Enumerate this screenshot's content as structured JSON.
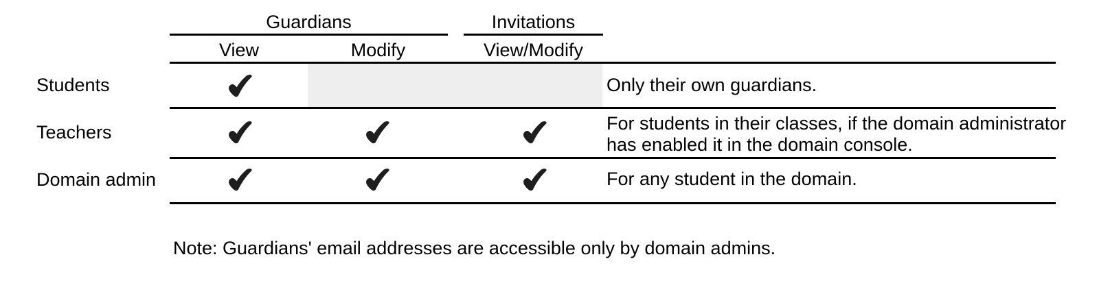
{
  "table": {
    "column_groups": [
      {
        "label": "Guardians"
      },
      {
        "label": "Invitations"
      }
    ],
    "sub_headers": {
      "guardians_view": "View",
      "guardians_modify": "Modify",
      "invitations_view_modify": "View/Modify"
    },
    "rows": [
      {
        "label": "Students",
        "permissions": {
          "guardians_view": true,
          "guardians_modify": false,
          "invitations_view_modify": false
        },
        "disabled_cells": true,
        "note_lines": [
          "Only their own guardians."
        ]
      },
      {
        "label": "Teachers",
        "permissions": {
          "guardians_view": true,
          "guardians_modify": true,
          "invitations_view_modify": true
        },
        "disabled_cells": false,
        "note_lines": [
          "For students in their classes, if the domain administrator",
          "has enabled it in the domain console."
        ]
      },
      {
        "label": "Domain admin",
        "permissions": {
          "guardians_view": true,
          "guardians_modify": true,
          "invitations_view_modify": true
        },
        "disabled_cells": false,
        "note_lines": [
          "For any student in the domain."
        ]
      }
    ],
    "footnote": "Note: Guardians' email addresses are accessible only by domain admins."
  },
  "icons": {
    "checkmark": "heavy-check-mark"
  },
  "colors": {
    "text": "#000000",
    "rule": "#000000",
    "disabled_cell": "#eeeeee",
    "checkmark": "#1e1e1e",
    "bg": "#ffffff"
  }
}
